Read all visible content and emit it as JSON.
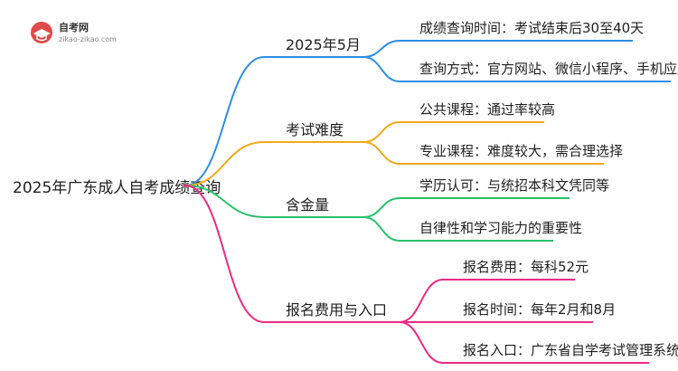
{
  "logo": {
    "name": "自考网",
    "url": "zikao-zikao.com",
    "colors": {
      "circle": "#e04a4a",
      "accent": "#3a78c8"
    }
  },
  "root": {
    "label": "2025年广东成人自考成绩查询"
  },
  "branches": [
    {
      "label": "2025年5月",
      "color": "#2d8ee6",
      "children": [
        "成绩查询时间：考试结束后30至40天",
        "查询方式：官方网站、微信小程序、手机应用"
      ]
    },
    {
      "label": "考试难度",
      "color": "#f0a818",
      "children": [
        "公共课程：通过率较高",
        "专业课程：难度较大，需合理选择"
      ]
    },
    {
      "label": "含金量",
      "color": "#27c26c",
      "children": [
        "学历认可：与统招本科文凭同等",
        "自律性和学习能力的重要性"
      ]
    },
    {
      "label": "报名费用与入口",
      "color": "#ec2a84",
      "children": [
        "报名费用：每科52元",
        "报名时间：每年2月和8月",
        "报名入口：广东省自学考试管理系统"
      ]
    }
  ]
}
